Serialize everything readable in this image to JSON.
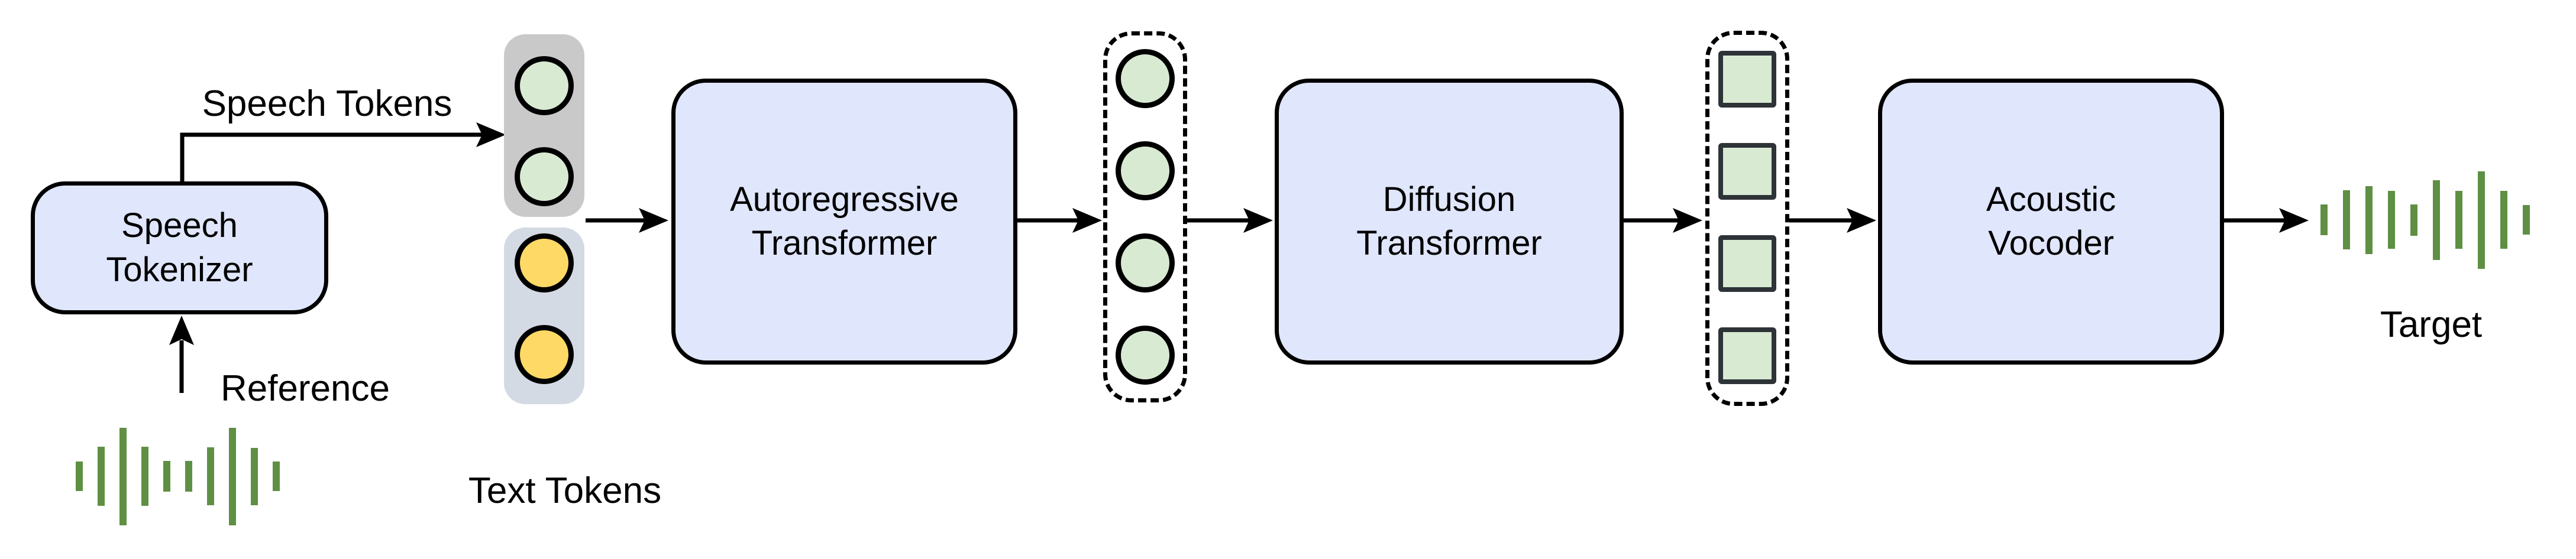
{
  "colors": {
    "box_fill": "#e0e6fb",
    "box_border": "#000000",
    "gray_container": "#c9c9c9",
    "blue_container": "#d4dae3",
    "green_token": "#d9ead3",
    "yellow_token": "#ffd966",
    "square_border": "#2e3338",
    "waveform_green": "#5f8f43",
    "arrow": "#000000"
  },
  "nodes": {
    "speech_tokenizer": {
      "label": "Speech\nTokenizer"
    },
    "autoregressive_transformer": {
      "label": "Autoregressive\nTransformer"
    },
    "diffusion_transformer": {
      "label": "Diffusion\nTransformer"
    },
    "acoustic_vocoder": {
      "label": "Acoustic\nVocoder"
    }
  },
  "labels": {
    "speech_tokens": "Speech Tokens",
    "text_tokens": "Text Tokens",
    "reference": "Reference",
    "target": "Target"
  },
  "tokens": {
    "speech_tokens_group": {
      "shape": "circle",
      "fill": "#d9ead3",
      "count": 2
    },
    "text_tokens_group": {
      "shape": "circle",
      "fill": "#ffd966",
      "count": 2
    },
    "ar_output_tokens": {
      "shape": "circle",
      "fill": "#d9ead3",
      "count": 4
    },
    "diffusion_output_tokens": {
      "shape": "square",
      "fill": "#d9ead3",
      "count": 4
    }
  },
  "waveforms": {
    "reference": {
      "bar_heights": [
        50,
        100,
        165,
        100,
        52,
        52,
        98,
        165,
        97,
        50
      ]
    },
    "target": {
      "bar_heights": [
        52,
        100,
        115,
        98,
        53,
        135,
        98,
        165,
        98,
        50
      ]
    }
  }
}
